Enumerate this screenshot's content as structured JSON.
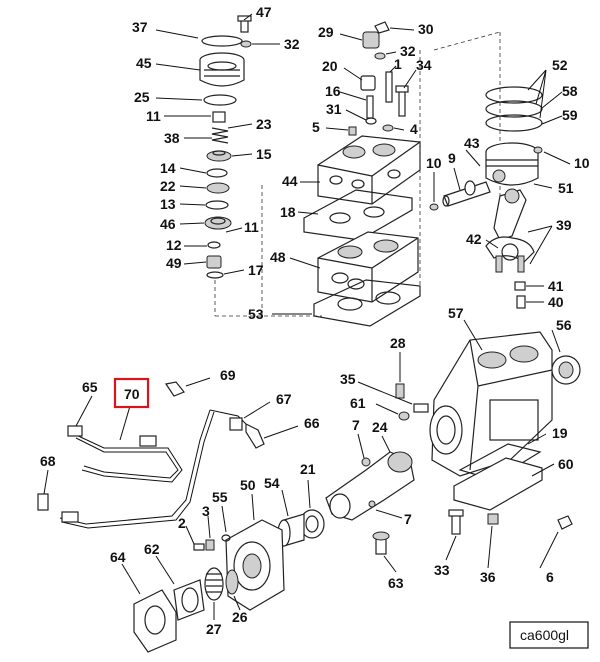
{
  "diagram": {
    "reference_code": "ca600gl",
    "highlighted_label": "70",
    "highlight_color": "#d9141a",
    "callouts": [
      {
        "id": "47",
        "text": "47"
      },
      {
        "id": "37",
        "text": "37"
      },
      {
        "id": "32a",
        "text": "32"
      },
      {
        "id": "29",
        "text": "29"
      },
      {
        "id": "30",
        "text": "30"
      },
      {
        "id": "32b",
        "text": "32"
      },
      {
        "id": "45",
        "text": "45"
      },
      {
        "id": "20",
        "text": "20"
      },
      {
        "id": "1",
        "text": "1"
      },
      {
        "id": "34",
        "text": "34"
      },
      {
        "id": "52",
        "text": "52"
      },
      {
        "id": "25",
        "text": "25"
      },
      {
        "id": "16",
        "text": "16"
      },
      {
        "id": "58",
        "text": "58"
      },
      {
        "id": "11a",
        "text": "11"
      },
      {
        "id": "23",
        "text": "23"
      },
      {
        "id": "31",
        "text": "31"
      },
      {
        "id": "59",
        "text": "59"
      },
      {
        "id": "5",
        "text": "5"
      },
      {
        "id": "4",
        "text": "4"
      },
      {
        "id": "38",
        "text": "38"
      },
      {
        "id": "15",
        "text": "15"
      },
      {
        "id": "43",
        "text": "43"
      },
      {
        "id": "10a",
        "text": "10"
      },
      {
        "id": "9",
        "text": "9"
      },
      {
        "id": "10b",
        "text": "10"
      },
      {
        "id": "14",
        "text": "14"
      },
      {
        "id": "44",
        "text": "44"
      },
      {
        "id": "22",
        "text": "22"
      },
      {
        "id": "51",
        "text": "51"
      },
      {
        "id": "13",
        "text": "13"
      },
      {
        "id": "18",
        "text": "18"
      },
      {
        "id": "46",
        "text": "46"
      },
      {
        "id": "11b",
        "text": "11"
      },
      {
        "id": "39",
        "text": "39"
      },
      {
        "id": "42",
        "text": "42"
      },
      {
        "id": "12",
        "text": "12"
      },
      {
        "id": "48",
        "text": "48"
      },
      {
        "id": "49",
        "text": "49"
      },
      {
        "id": "17",
        "text": "17"
      },
      {
        "id": "41",
        "text": "41"
      },
      {
        "id": "40",
        "text": "40"
      },
      {
        "id": "53",
        "text": "53"
      },
      {
        "id": "57",
        "text": "57"
      },
      {
        "id": "56",
        "text": "56"
      },
      {
        "id": "28",
        "text": "28"
      },
      {
        "id": "69",
        "text": "69"
      },
      {
        "id": "65",
        "text": "65"
      },
      {
        "id": "70",
        "text": "70"
      },
      {
        "id": "35",
        "text": "35"
      },
      {
        "id": "67",
        "text": "67"
      },
      {
        "id": "61",
        "text": "61"
      },
      {
        "id": "66",
        "text": "66"
      },
      {
        "id": "7a",
        "text": "7"
      },
      {
        "id": "24",
        "text": "24"
      },
      {
        "id": "19",
        "text": "19"
      },
      {
        "id": "68",
        "text": "68"
      },
      {
        "id": "60",
        "text": "60"
      },
      {
        "id": "21",
        "text": "21"
      },
      {
        "id": "55",
        "text": "55"
      },
      {
        "id": "50",
        "text": "50"
      },
      {
        "id": "54",
        "text": "54"
      },
      {
        "id": "7b",
        "text": "7"
      },
      {
        "id": "2",
        "text": "2"
      },
      {
        "id": "3",
        "text": "3"
      },
      {
        "id": "64",
        "text": "64"
      },
      {
        "id": "62",
        "text": "62"
      },
      {
        "id": "33",
        "text": "33"
      },
      {
        "id": "36",
        "text": "36"
      },
      {
        "id": "6",
        "text": "6"
      },
      {
        "id": "63",
        "text": "63"
      },
      {
        "id": "27",
        "text": "27"
      },
      {
        "id": "26",
        "text": "26"
      }
    ]
  }
}
